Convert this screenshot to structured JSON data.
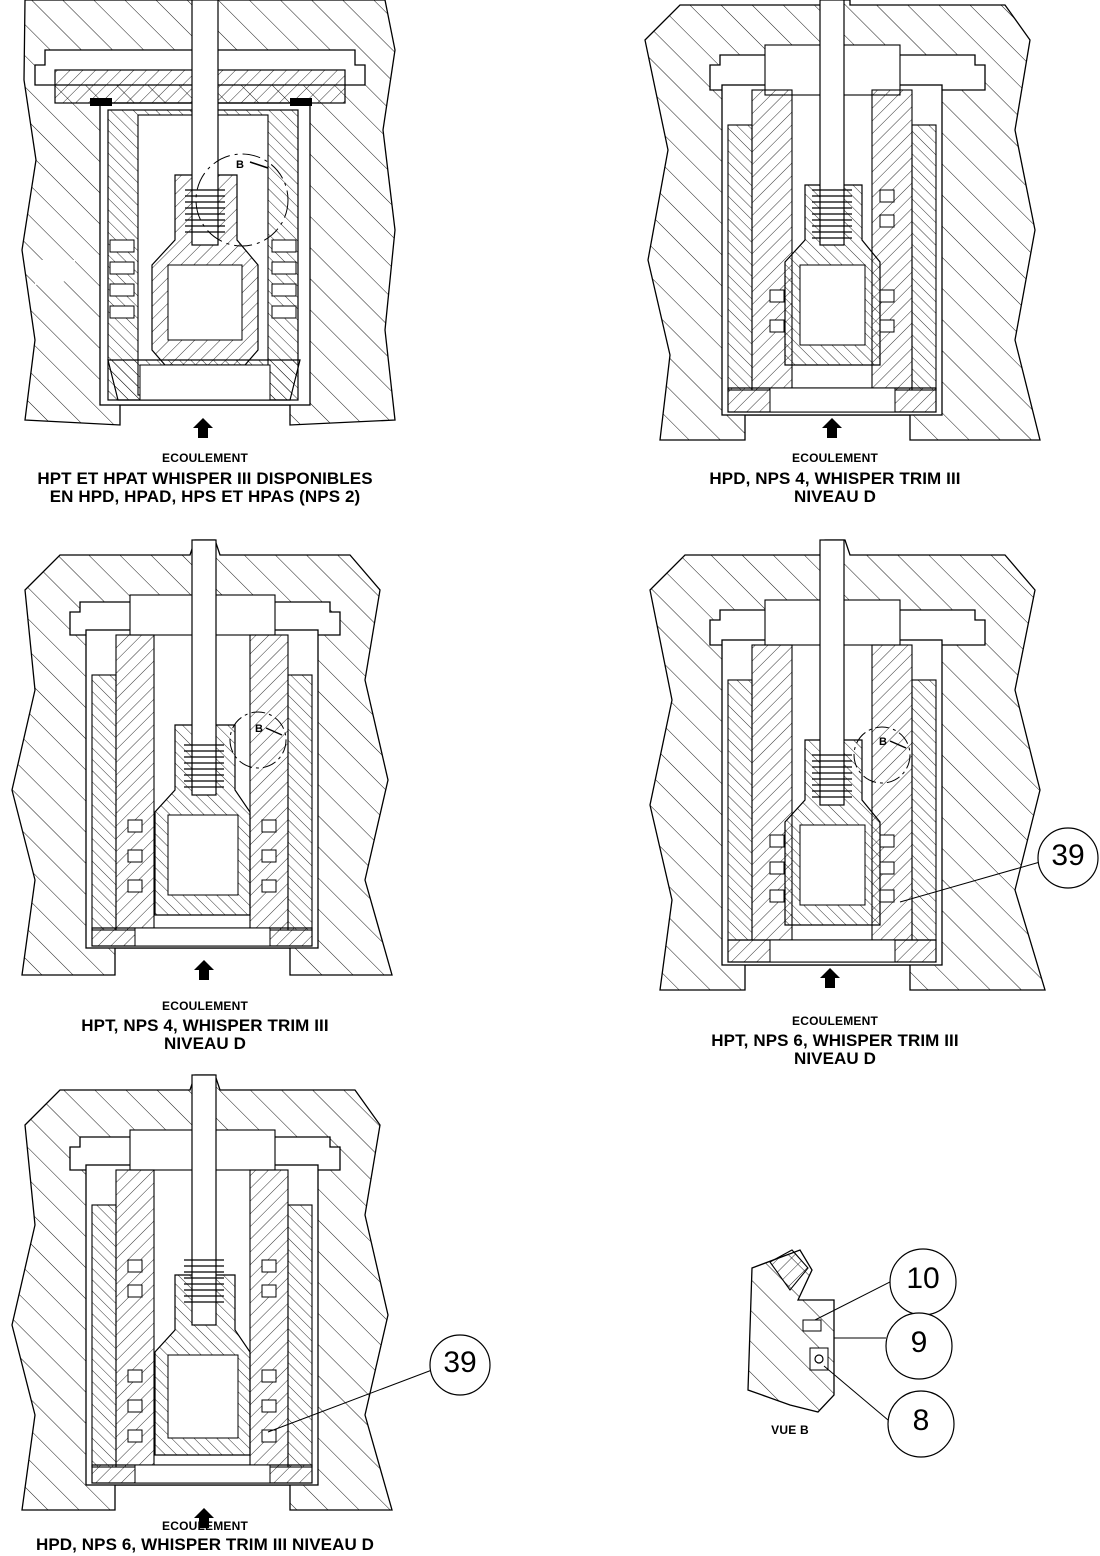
{
  "views": [
    {
      "id": "v1",
      "flow": "ECOULEMENT",
      "title_line1": "HPT ET HPAT WHISPER III DISPONIBLES",
      "title_line2": "EN HPD, HPAD, HPS ET HPAS (NPS 2)",
      "detail_ref": "B"
    },
    {
      "id": "v2",
      "flow": "ECOULEMENT",
      "title_line1": "HPD, NPS 4, WHISPER TRIM III",
      "title_line2": "NIVEAU D"
    },
    {
      "id": "v3",
      "flow": "ECOULEMENT",
      "title_line1": "HPT, NPS 4, WHISPER TRIM III",
      "title_line2": "NIVEAU D",
      "detail_ref": "B"
    },
    {
      "id": "v4",
      "flow": "ECOULEMENT",
      "title_line1": "HPT, NPS 6, WHISPER TRIM III",
      "title_line2": "NIVEAU D",
      "detail_ref": "B",
      "callout": "39"
    },
    {
      "id": "v5",
      "flow": "ECOULEMENT",
      "title_line1": "HPD, NPS 6, WHISPER TRIM III NIVEAU D",
      "title_line2": "",
      "callout": "39"
    }
  ],
  "detail_view": {
    "label": "VUE B",
    "callouts": [
      "10",
      "9",
      "8"
    ]
  }
}
